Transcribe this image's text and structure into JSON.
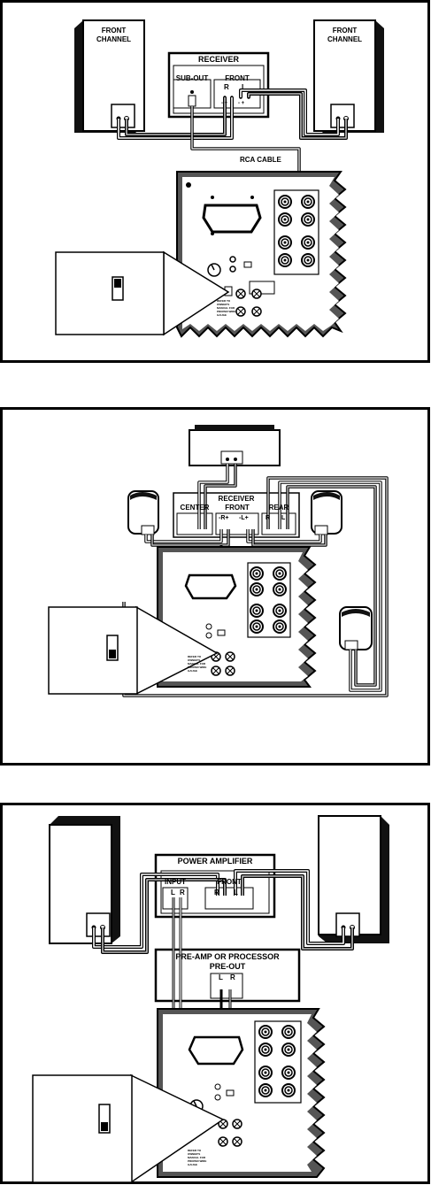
{
  "diagram_1": {
    "speaker_left_label": "FRONT\nCHANNEL",
    "speaker_right_label": "FRONT\nCHANNEL",
    "receiver_title": "RECEIVER",
    "sub_out_label": "SUB-OUT",
    "front_label": "FRONT",
    "front_r": "R",
    "front_l": "L",
    "polarity_left": "- +",
    "polarity_right": "- +",
    "cable_label": "RCA CABLE",
    "panel_note": "REFER TO\nOWNER'S\nMANUAL FOR\nPROPER WIRE\nGAUGE"
  },
  "diagram_2": {
    "receiver_title": "RECEIVER",
    "center_label": "CENTER",
    "front_label": "FRONT",
    "rear_label": "REAR",
    "front_r": "-R+",
    "front_l": "-L+",
    "rear_r": "R",
    "rear_l": "L",
    "panel_note": "REFER TO\nOWNER'S\nMANUAL FOR\nPROPER WIRE\nGAUGE"
  },
  "diagram_3": {
    "amp_title": "POWER AMPLIFIER",
    "input_label": "INPUT",
    "input_l": "L",
    "input_r": "R",
    "front_label": "FRONT",
    "front_r": "R",
    "front_l": "L",
    "preamp_title": "PRE-AMP OR PROCESSOR",
    "preout_label": "PRE-OUT",
    "preout_l": "L",
    "preout_r": "R",
    "panel_note": "REFER TO\nOWNER'S\nMANUAL FOR\nPROPER WIRE\nGAUGE"
  }
}
